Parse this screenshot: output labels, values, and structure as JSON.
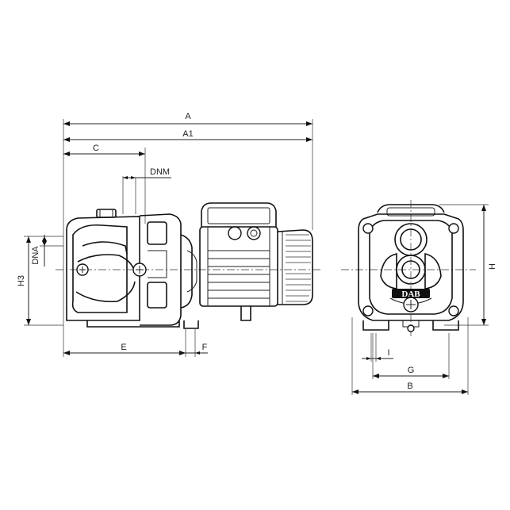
{
  "drawing": {
    "labels": {
      "A": "A",
      "A1": "A1",
      "C": "C",
      "DNM": "DNM",
      "DNA": "DNA",
      "H3": "H3",
      "E": "E",
      "F": "F",
      "H": "H",
      "I": "I",
      "G": "G",
      "B": "B"
    },
    "brand_mark": "DAB"
  }
}
